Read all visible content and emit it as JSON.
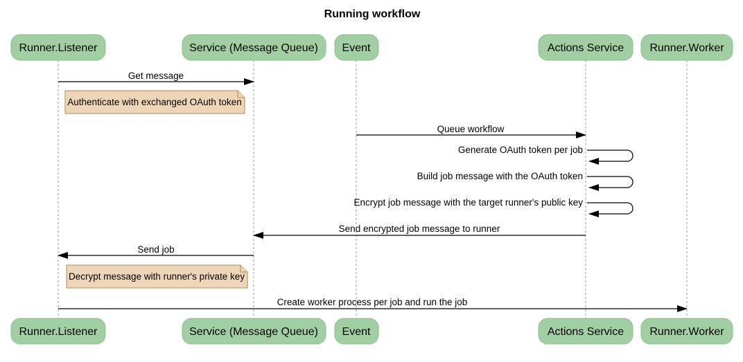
{
  "title": "Running workflow",
  "participants": [
    {
      "name": "Runner.Listener"
    },
    {
      "name": "Service (Message Queue)"
    },
    {
      "name": "Event"
    },
    {
      "name": "Actions Service"
    },
    {
      "name": "Runner.Worker"
    }
  ],
  "messages": [
    {
      "label": "Get message",
      "from": "Runner.Listener",
      "to": "Service (Message Queue)",
      "type": "solid-arrow"
    },
    {
      "label": "Queue workflow",
      "from": "Event",
      "to": "Actions Service",
      "type": "solid-arrow"
    },
    {
      "label": "Generate OAuth token per job",
      "from": "Actions Service",
      "to": "Actions Service",
      "type": "self-loop"
    },
    {
      "label": "Build job message with the OAuth token",
      "from": "Actions Service",
      "to": "Actions Service",
      "type": "self-loop"
    },
    {
      "label": "Encrypt job message with the target runner's public key",
      "from": "Actions Service",
      "to": "Actions Service",
      "type": "self-loop"
    },
    {
      "label": "Send encrypted job message to runner",
      "from": "Actions Service",
      "to": "Service (Message Queue)",
      "type": "solid-arrow"
    },
    {
      "label": "Send job",
      "from": "Service (Message Queue)",
      "to": "Runner.Listener",
      "type": "solid-arrow"
    },
    {
      "label": "Create worker process per job and run the job",
      "from": "Runner.Listener",
      "to": "Runner.Worker",
      "type": "solid-arrow"
    }
  ],
  "notes": [
    {
      "label": "Authenticate with exchanged OAuth token",
      "over": "Runner.Listener"
    },
    {
      "label": "Decrypt message with runner's private key",
      "over": "Runner.Listener"
    }
  ],
  "colors": {
    "participant_fill": "#A2CEA4",
    "participant_border": "#8FBE91",
    "note_fill": "#EED5B8",
    "note_border": "#AA8B55",
    "lifeline": "#999999",
    "arrow": "#000000",
    "text": "#000000",
    "background": "#FFFFFF"
  }
}
